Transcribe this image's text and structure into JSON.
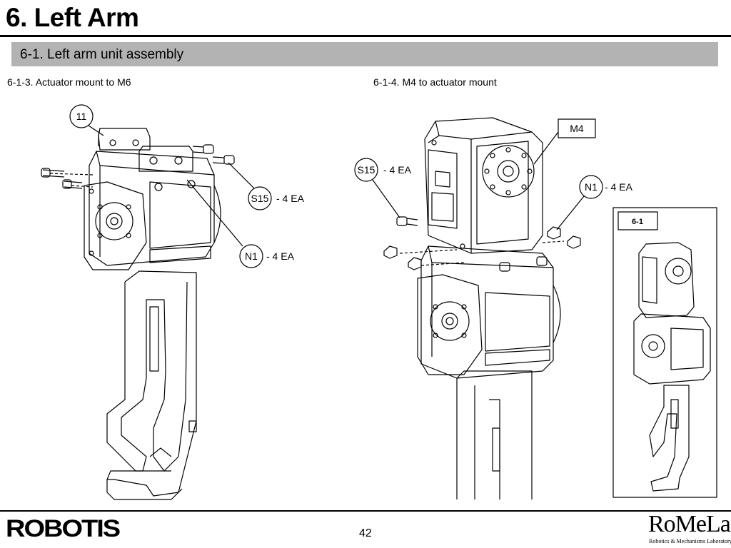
{
  "page": {
    "title": "6. Left Arm",
    "section": "6-1. Left arm unit assembly",
    "page_number": "42"
  },
  "steps": [
    {
      "title": "6-1-3. Actuator mount to M6",
      "callouts": [
        {
          "id": "11",
          "qty": ""
        },
        {
          "id": "S15",
          "qty": "- 4 EA"
        },
        {
          "id": "N1",
          "qty": "- 4 EA"
        }
      ]
    },
    {
      "title": "6-1-4. M4 to actuator mount",
      "callouts": [
        {
          "id": "M4",
          "qty": ""
        },
        {
          "id": "S15",
          "qty": "- 4 EA"
        },
        {
          "id": "N1",
          "qty": "- 4 EA"
        }
      ],
      "inset_label": "6-1"
    }
  ],
  "footer": {
    "left_logo": "ROBOTIS",
    "right_logo": "RoMeLa",
    "right_logo_sub": "Robotics & Mechanisms Laboratory"
  }
}
